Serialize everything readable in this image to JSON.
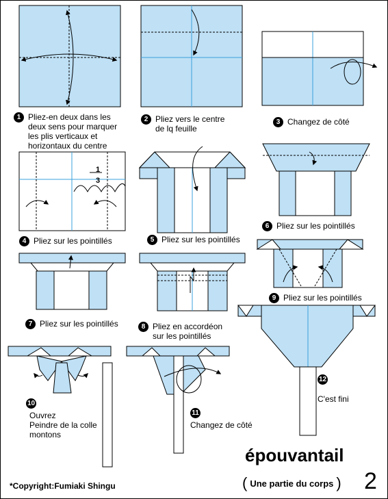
{
  "colors": {
    "paper_blue": "#bfe0f5",
    "fold_line": "#3aa0dc",
    "outline": "#000000"
  },
  "steps": [
    {
      "num": "1",
      "text": "Pliez-en deux dans les\ndeux sens pour marquer\nles plis verticaux et\nhorizontaux du centre"
    },
    {
      "num": "2",
      "text": "Pliez vers le centre\nde lq feuille"
    },
    {
      "num": "3",
      "text": "Changez de côté"
    },
    {
      "num": "4",
      "text": "Pliez sur les pointillés"
    },
    {
      "num": "5",
      "text": "Pliez sur les pointillés"
    },
    {
      "num": "6",
      "text": "Pliez sur les pointillés"
    },
    {
      "num": "7",
      "text": "Pliez sur les pointillés"
    },
    {
      "num": "8",
      "text": "Pliez en accordéon\nsur les pointillés"
    },
    {
      "num": "9",
      "text": "Pliez sur les pointillés"
    },
    {
      "num": "10",
      "text": "Ouvrez\nPeindre de la colle\nmontons"
    },
    {
      "num": "11",
      "text": "Changez de côté"
    },
    {
      "num": "12",
      "text": "C'est fini"
    }
  ],
  "fraction": {
    "numerator": "1",
    "denominator": "3"
  },
  "title": "épouvantail",
  "subtitle": "Une partie du corps",
  "page_number": "2",
  "copyright": "*Copyright:Fumiaki Shingu"
}
